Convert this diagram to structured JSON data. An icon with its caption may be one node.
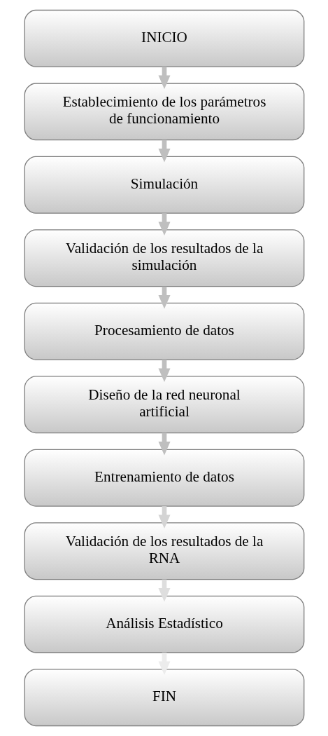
{
  "diagram": {
    "nodes": [
      {
        "text": [
          "INICIO"
        ]
      },
      {
        "text": [
          "Establecimiento de los parámetros de funcionamiento"
        ]
      },
      {
        "text": [
          "Simulación"
        ]
      },
      {
        "text": [
          "Validación de los resultados de la simulación"
        ]
      },
      {
        "text": [
          "Procesamiento de datos"
        ]
      },
      {
        "text": [
          "Diseño de la red neuronal artificial"
        ]
      },
      {
        "text": [
          "Entrenamiento de datos"
        ]
      },
      {
        "text": [
          "Validación de los resultados de la RNA"
        ]
      },
      {
        "text": [
          "Análisis Estadístico"
        ]
      },
      {
        "text": [
          "FIN"
        ]
      }
    ],
    "edges": [
      {
        "from": 0,
        "to": 1,
        "arrow": "to"
      },
      {
        "from": 1,
        "to": 2,
        "arrow": "to"
      },
      {
        "from": 2,
        "to": 3,
        "arrow": "to"
      },
      {
        "from": 3,
        "to": 4,
        "arrow": "to"
      },
      {
        "from": 4,
        "to": 5,
        "arrow": "to"
      },
      {
        "from": 5,
        "to": 6,
        "arrow": "to"
      },
      {
        "from": 6,
        "to": 7,
        "arrow": "to",
        "color": "#d4d4d4"
      },
      {
        "from": 7,
        "to": 8,
        "arrow": "to",
        "color": "#dedede"
      },
      {
        "from": 8,
        "to": 9,
        "arrow": "to",
        "color": "#ececec"
      }
    ]
  }
}
